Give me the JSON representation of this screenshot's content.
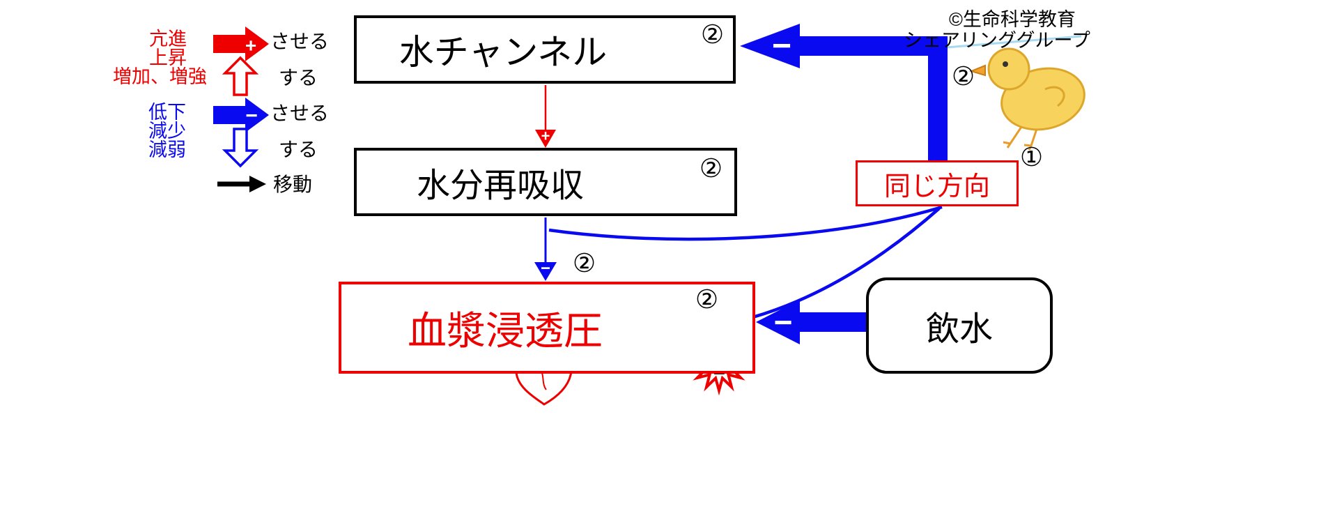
{
  "credit": {
    "line1": "©生命科学教育",
    "line2": "シェアリンググループ"
  },
  "legend": {
    "increase_terms": [
      "亢進",
      "上昇",
      "増加、増強"
    ],
    "decrease_terms": [
      "低下",
      "減少",
      "減弱"
    ],
    "cause_label": "させる",
    "self_label": "する",
    "move_label": "移動"
  },
  "signs": {
    "plus": "+",
    "minus": "−"
  },
  "badges": {
    "circle1": "①",
    "circle2": "②",
    "burst": "1"
  },
  "boxes": {
    "water_channel": "水チャンネル",
    "water_reabsorption": "水分再吸収",
    "plasma_osmolarity": "血漿浸透圧",
    "drinking_water": "飲水",
    "same_direction": "同じ方向"
  },
  "colors": {
    "red": "#ee0000",
    "blue": "#0a0af0",
    "black": "#000000",
    "chick_yellow": "#f7d35e"
  }
}
